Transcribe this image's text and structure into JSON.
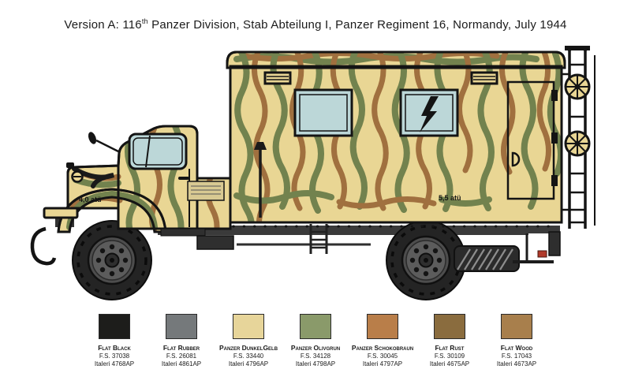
{
  "title": {
    "version": "Version A: 116",
    "ordinal": "th",
    "rest": " Panzer Division, Stab Abteilung I, Panzer Regiment 16, Normandy, July 1944"
  },
  "illustration": {
    "front_tire_pressure_label": "4,0 atü",
    "rear_tire_pressure_label": "5,5 atü",
    "palette": {
      "base_dunkelgelb": "#e9d694",
      "camo_olivgrun": "#72824e",
      "camo_schokobraun": "#a0703f",
      "window_glass": "#bcd7d8",
      "outline": "#141414"
    }
  },
  "color_chart": {
    "swatches": [
      {
        "name": "Flat Black",
        "fs": "F.S. 37038",
        "italeri": "Italeri 4768AP",
        "hex": "#1d1d1b"
      },
      {
        "name": "Flat Rubber",
        "fs": "F.S. 26081",
        "italeri": "Italeri 4861AP",
        "hex": "#75797b"
      },
      {
        "name": "Panzer DunkelGelb",
        "fs": "F.S. 33440",
        "italeri": "Italeri 4796AP",
        "hex": "#e7d59a"
      },
      {
        "name": "Panzer Olivgrun",
        "fs": "F.S. 34128",
        "italeri": "Italeri 4798AP",
        "hex": "#8a9a6a"
      },
      {
        "name": "Panzer Schokobraun",
        "fs": "F.S. 30045",
        "italeri": "Italeri 4797AP",
        "hex": "#b97e49"
      },
      {
        "name": "Flat Rust",
        "fs": "F.S. 30109",
        "italeri": "Italeri 4675AP",
        "hex": "#8a6c3e"
      },
      {
        "name": "Flat Wood",
        "fs": "F.S. 17043",
        "italeri": "Italeri 4673AP",
        "hex": "#a87f4c"
      }
    ]
  }
}
